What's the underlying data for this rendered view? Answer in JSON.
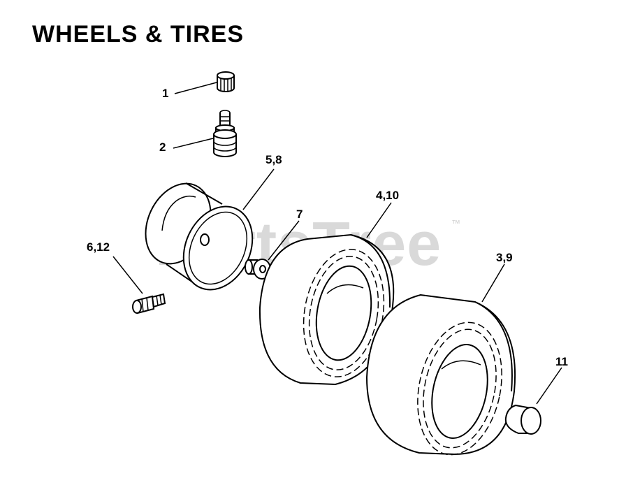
{
  "title": "WHEELS & TIRES",
  "watermark": "PartsTree",
  "watermark_mark": "™",
  "parts": [
    {
      "id": "valve-cap",
      "label": "1"
    },
    {
      "id": "valve-stem",
      "label": "2"
    },
    {
      "id": "rim",
      "label": "5,8"
    },
    {
      "id": "bushing",
      "label": "7"
    },
    {
      "id": "front-tire",
      "label": "4,10"
    },
    {
      "id": "rear-tire",
      "label": "3,9"
    },
    {
      "id": "grease-fitting",
      "label": "6,12"
    },
    {
      "id": "hub-cap",
      "label": "11"
    }
  ]
}
